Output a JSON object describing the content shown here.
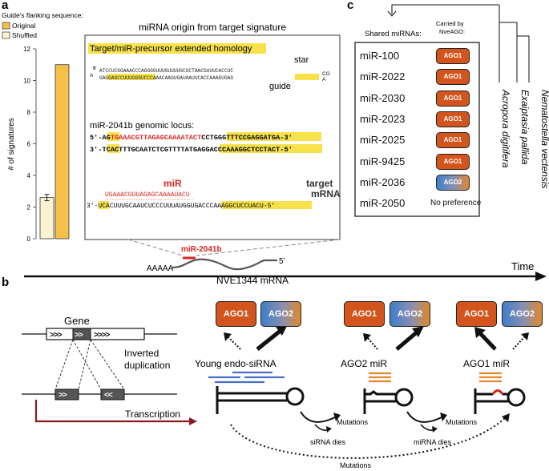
{
  "panel_a": {
    "letter": "a",
    "legend_title": "Guide's flanking sequence:",
    "legend_items": [
      "Original",
      "Shuffled"
    ],
    "ylabel": "# of signatures",
    "origin_title": "miRNA origin from target signature",
    "homology_title": "Target/miR-precursor extended homology",
    "star_label": "star",
    "guide_label": "guide",
    "hairpin_top": "ATCCUCGGAAACCCAGGGGUUUGUUUUGCUCTAACGUUUCACCUC",
    "hairpin_bottom": "GAGGAGCCUUUGGGUCCCAAACAAGUGAUAAUUCACCAAAGUGAG",
    "hairpin_top_prefix": "5'",
    "hairpin_end": "CG",
    "hairpin_bottom_prefix": "A",
    "hairpin_bottom_suffix": "A",
    "locus_title": "miR-2041b genomic locus:",
    "locus_line1_left": "5'-",
    "locus_line1_a": "AG",
    "locus_line1_b": "TGAAACGTTAGAGCAAAATACT",
    "locus_line1_c": "CCTGGGTTTCCGAGGATGA",
    "locus_line1_right": "-3'",
    "locus_line2_left": "3'-",
    "locus_line2_a": "TC",
    "locus_line2_b": "ACTTTGCAATCTCGTTTTATG",
    "locus_line2_c": "AGGACCCAAAGGCTCCTACT",
    "locus_line2_right": "-5'",
    "mir_label": "miR",
    "target_label": "target",
    "mrna_label": "mRNA",
    "mir_seq": "UGAAACGUUAGAGCAAAAUACU",
    "target_seq_left": "3'-",
    "target_seq_a": "UC",
    "target_seq_b": "ACUUUGCAAUCUCCCUUUAUGGU",
    "target_seq_c": "GACCCAAAGGCUCCUACU",
    "target_seq_right": "-5'",
    "site_label": "miR-2041b",
    "polyA": "AAAAA",
    "five_prime": "5'",
    "gene_label": "NVE1344 mRNA",
    "colors": {
      "original": "#f5c04a",
      "shuffled": "#fbf3cf",
      "highlight": "#f7e24b",
      "red": "#d7261e"
    }
  },
  "chart_data": {
    "type": "bar",
    "categories": [
      "Original",
      "Shuffled"
    ],
    "values": [
      11.0,
      2.6
    ],
    "errors": [
      0.0,
      0.2
    ],
    "ylabel": "# of signatures",
    "ylim": [
      0,
      12
    ],
    "yticks": [
      0,
      2,
      4,
      6,
      8,
      10,
      12
    ]
  },
  "panel_b": {
    "letter": "b",
    "time_label": "Time",
    "gene_label": "Gene",
    "gene_arrows": ">>>",
    "gene_arrows_right": ">>>>",
    "dup_left": ">>",
    "dup_right": "<<",
    "inverted_label_1": "Inverted",
    "inverted_label_2": "duplication",
    "transcription_label": "Transcription",
    "stage1_label": "Young endo-siRNA",
    "stage2_label": "AGO2 miR",
    "stage3_label": "AGO1 miR",
    "mutations_label": "Mutations",
    "sirna_dies": "siRNA dies",
    "mirna_dies": "miRNA dies",
    "bottom_mutations": "Mutations",
    "ago1": "AGO1",
    "ago2": "AGO2"
  },
  "panel_c": {
    "letter": "c",
    "header_shared": "Shared miRNAs:",
    "header_carried_1": "Carried by",
    "header_carried_2": "NveAGO:",
    "mirnas": [
      {
        "name": "miR-100",
        "ago": "AGO1"
      },
      {
        "name": "miR-2022",
        "ago": "AGO1"
      },
      {
        "name": "miR-2030",
        "ago": "AGO1"
      },
      {
        "name": "miR-2023",
        "ago": "AGO1"
      },
      {
        "name": "miR-2025",
        "ago": "AGO1"
      },
      {
        "name": "miR-9425",
        "ago": "AGO1"
      },
      {
        "name": "miR-2036",
        "ago": "AGO2"
      },
      {
        "name": "miR-2050",
        "ago": ""
      }
    ],
    "no_preference": "No preference",
    "species": [
      "Acropora digitifera",
      "Exaiptasia pallida",
      "Nematostella vectensis"
    ]
  }
}
